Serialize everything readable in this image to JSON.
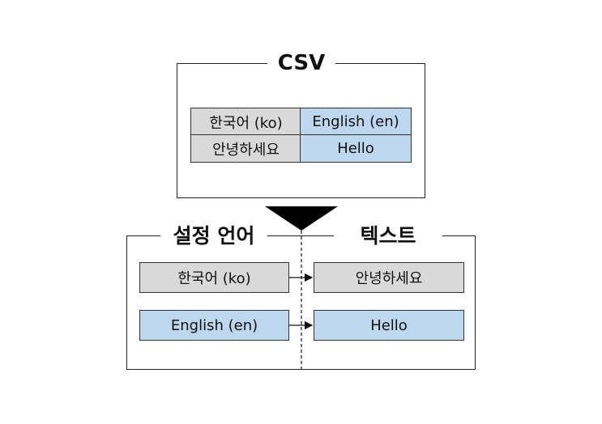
{
  "csv": {
    "title": "CSV",
    "table": [
      [
        "한국어 (ko)",
        "English (en)"
      ],
      [
        "안녕하세요",
        "Hello"
      ]
    ]
  },
  "result": {
    "left_title": "설정 언어",
    "right_title": "텍스트",
    "rows": [
      {
        "language": "한국어 (ko)",
        "text": "안녕하세요"
      },
      {
        "language": "English (en)",
        "text": "Hello"
      }
    ]
  },
  "colors": {
    "gray_fill": "#d9d9d9",
    "blue_fill": "#bdd7ee",
    "line": "#222222"
  }
}
